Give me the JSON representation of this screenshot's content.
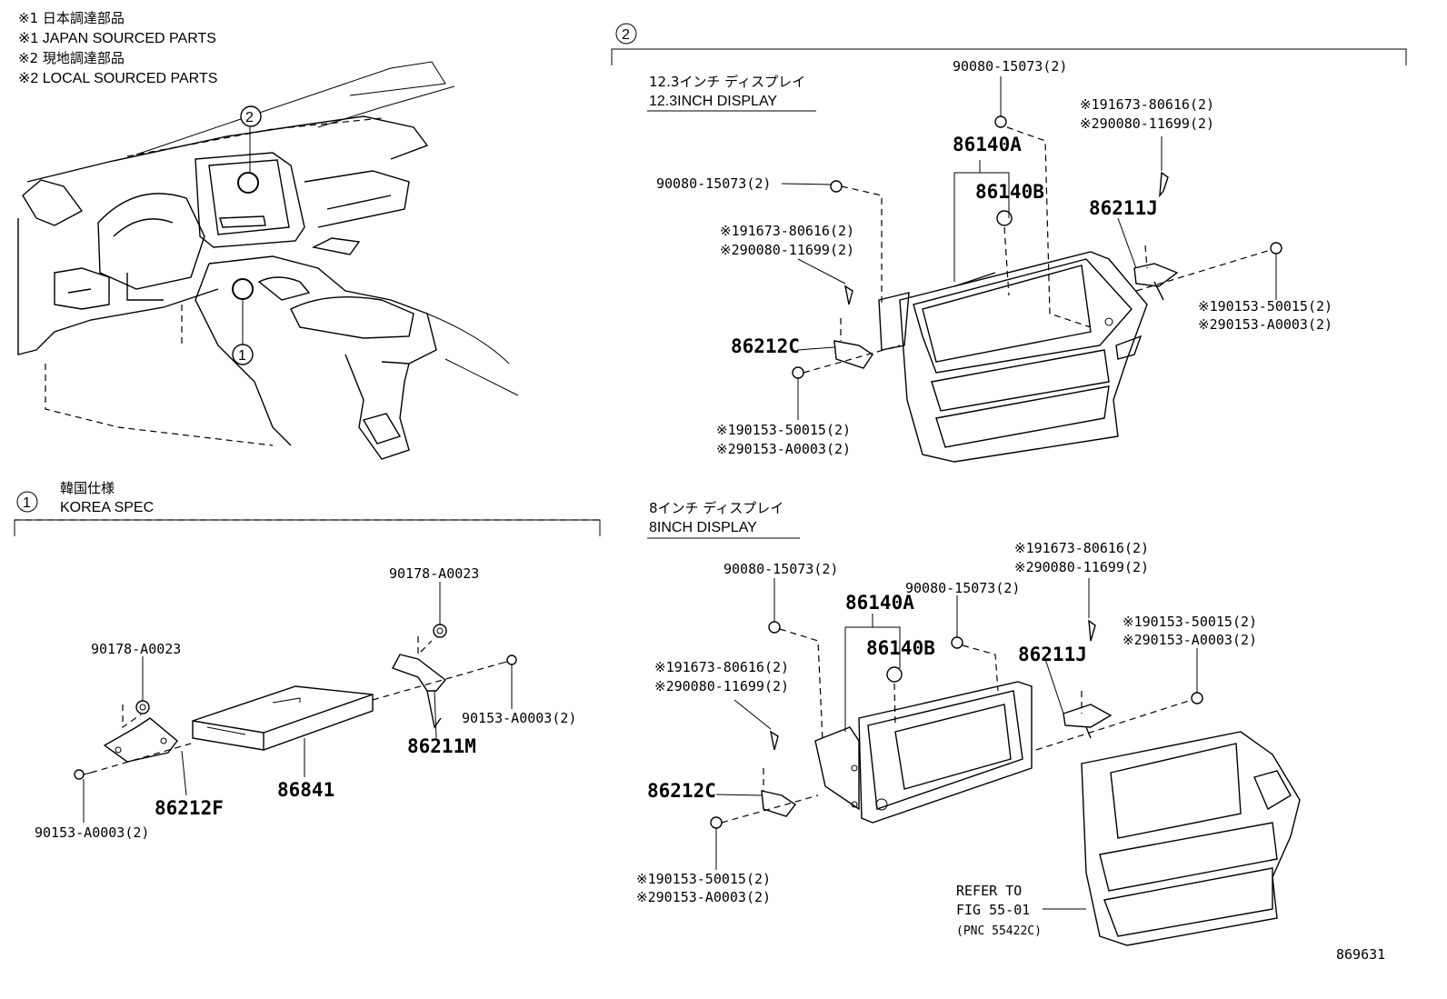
{
  "legend": {
    "line1": "※1 日本調達部品",
    "line2": "※1 JAPAN SOURCED PARTS",
    "line3": "※2 現地調達部品",
    "line4": "※2 LOCAL SOURCED PARTS"
  },
  "callouts": {
    "c1": "1",
    "c2": "2"
  },
  "section_korea": {
    "marker": "1",
    "title_jp": "韓国仕様",
    "title_en": "KOREA SPEC",
    "parts": {
      "nut_top": "90178-A0023",
      "nut_left": "90178-A0023",
      "bolt_right": "90153-A0003(2)",
      "bracket_right": "86211M",
      "unit": "86841",
      "bracket_left": "86212F",
      "bolt_left": "90153-A0003(2)"
    }
  },
  "section_display": {
    "marker": "2",
    "d12": {
      "title_jp": "12.3インチ ディスプレイ",
      "title_en": "12.3INCH DISPLAY",
      "screw_top": "90080-15073(2)",
      "screw_left": "90080-15073(2)",
      "disp_a": "86140A",
      "disp_b": "86140B",
      "r_screw_1": "※191673-80616(2)",
      "r_screw_2": "※290080-11699(2)",
      "bracket_r": "86211J",
      "l_screw_1": "※191673-80616(2)",
      "l_screw_2": "※290080-11699(2)",
      "bracket_l": "86212C",
      "r_bolt_1": "※190153-50015(2)",
      "r_bolt_2": "※290153-A0003(2)",
      "l_bolt_1": "※190153-50015(2)",
      "l_bolt_2": "※290153-A0003(2)"
    },
    "d8": {
      "title_jp": "8インチ ディスプレイ",
      "title_en": "8INCH DISPLAY",
      "screw_left": "90080-15073(2)",
      "screw_mid": "90080-15073(2)",
      "disp_a": "86140A",
      "disp_b": "86140B",
      "r_screw_1": "※191673-80616(2)",
      "r_screw_2": "※290080-11699(2)",
      "bracket_r": "86211J",
      "r_bolt_1": "※190153-50015(2)",
      "r_bolt_2": "※290153-A0003(2)",
      "l_screw_1": "※191673-80616(2)",
      "l_screw_2": "※290080-11699(2)",
      "bracket_l": "86212C",
      "l_bolt_1": "※190153-50015(2)",
      "l_bolt_2": "※290153-A0003(2)",
      "refer_1": "REFER TO",
      "refer_2": "FIG 55-01",
      "refer_3": "(PNC 55422C)"
    }
  },
  "figure_number": "869631"
}
